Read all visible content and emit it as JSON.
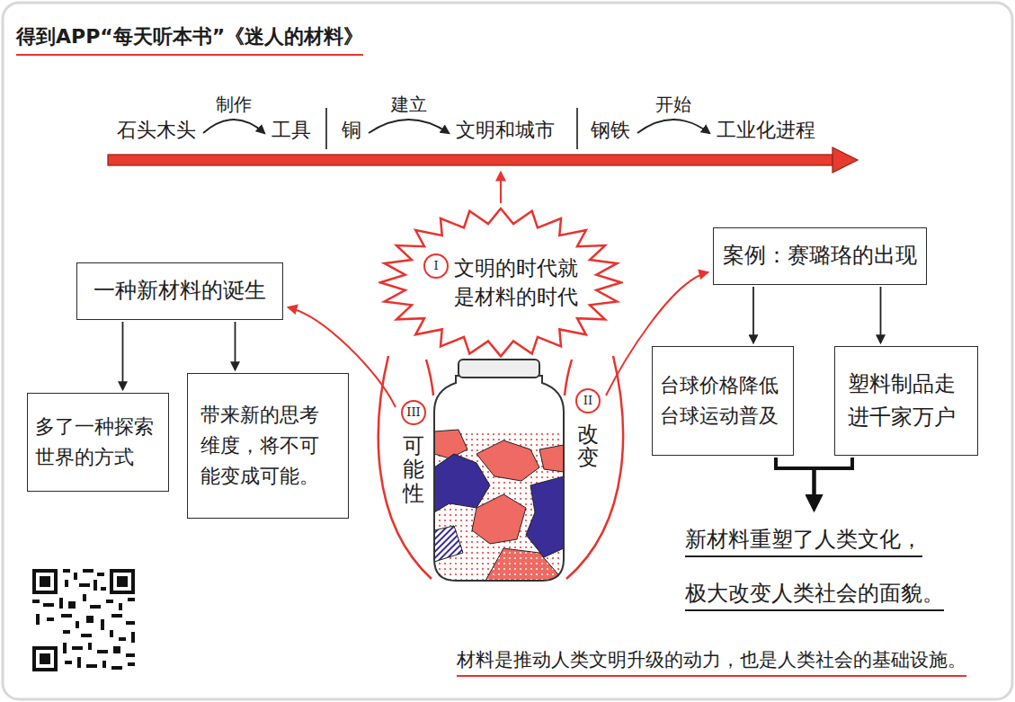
{
  "diagram": {
    "title": "得到APP“每天听本书”《迷人的材料》",
    "caption": "材料是推动人类文明升级的动力，也是人类社会的基础设施。",
    "nodes": [
      {
        "text": [
          "石头木头"
        ]
      },
      {
        "text": [
          "工具"
        ]
      },
      {
        "text": [
          "铜"
        ]
      },
      {
        "text": [
          "文明和城市"
        ]
      },
      {
        "text": [
          "钢铁"
        ]
      },
      {
        "text": [
          "工业化进程"
        ]
      },
      {
        "text": [
          "I",
          "文明的时代就是材料的时代"
        ]
      },
      {
        "text": [
          "一种新材料的诞生"
        ]
      },
      {
        "text": [
          "案例：赛璐珞的出现"
        ]
      },
      {
        "text": [
          "III",
          "可能性"
        ]
      },
      {
        "text": [
          "II",
          "改变"
        ]
      },
      {
        "text": [
          "多了一种探索世界的方式"
        ]
      },
      {
        "text": [
          "带来新的思考维度，将不可能变成可能。"
        ]
      },
      {
        "text": [
          "台球价格降低 台球运动普及"
        ]
      },
      {
        "text": [
          "塑料制品走进千家万户"
        ]
      },
      {
        "text": [
          "新材料重塑了人类文化， 极大改变人类社会的面貌。"
        ]
      }
    ],
    "edges": [
      {
        "from": 0,
        "to": 1,
        "label": "制作",
        "arrow": "to"
      },
      {
        "from": 2,
        "to": 3,
        "label": "建立",
        "arrow": "to"
      },
      {
        "from": 4,
        "to": 5,
        "label": "开始",
        "arrow": "to"
      },
      {
        "from": 9,
        "to": 7,
        "arrow": "to"
      },
      {
        "from": 10,
        "to": 8,
        "arrow": "to"
      },
      {
        "from": 7,
        "to": 11,
        "arrow": "to"
      },
      {
        "from": 7,
        "to": 12,
        "arrow": "to"
      },
      {
        "from": 8,
        "to": 13,
        "arrow": "to"
      },
      {
        "from": 8,
        "to": 14,
        "arrow": "to"
      },
      {
        "from": 13,
        "to": 15,
        "arrow": "to"
      },
      {
        "from": 14,
        "to": 15,
        "arrow": "to"
      }
    ]
  }
}
